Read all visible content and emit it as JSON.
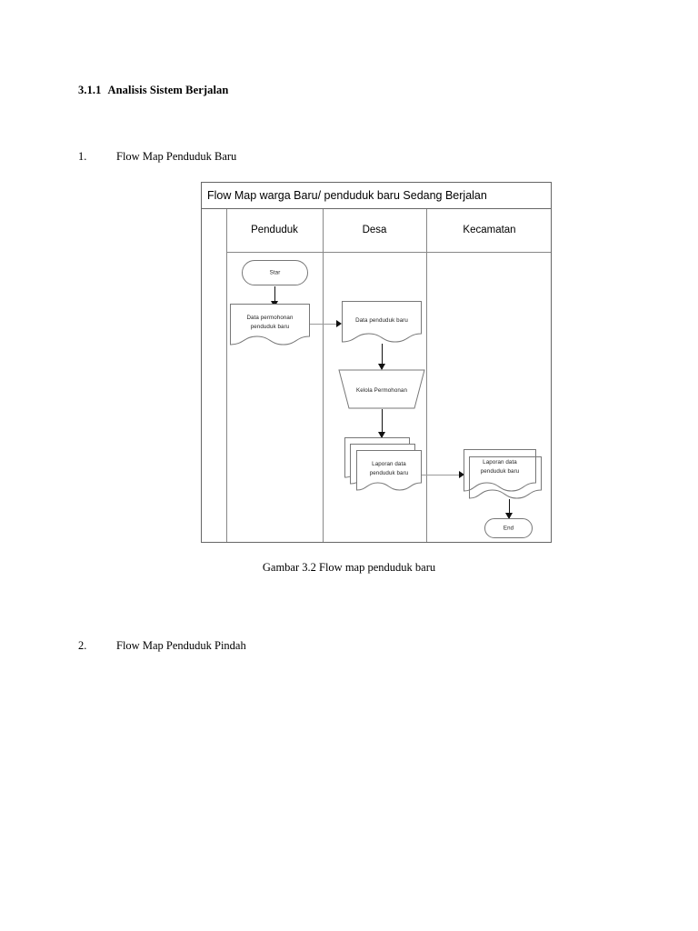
{
  "document": {
    "heading": {
      "number": "3.1.1",
      "text": "Analisis Sistem Berjalan"
    },
    "items": [
      {
        "number": "1.",
        "text": "Flow Map Penduduk Baru"
      },
      {
        "number": "2.",
        "text": "Flow Map Penduduk Pindah"
      }
    ],
    "figure_caption": "Gambar 3.2 Flow map penduduk baru"
  },
  "flowmap": {
    "title": "Flow Map warga Baru/ penduduk baru Sedang Berjalan",
    "lanes": [
      {
        "label": "Penduduk"
      },
      {
        "label": "Desa"
      },
      {
        "label": "Kecamatan"
      }
    ],
    "nodes": {
      "start": {
        "label": "Star",
        "type": "terminator",
        "lane": "Penduduk"
      },
      "data_permohonan": {
        "line1": "Data permohonan",
        "line2": "penduduk baru",
        "type": "document",
        "lane": "Penduduk"
      },
      "data_penduduk_baru": {
        "line1": "Data penduduk baru",
        "line2": "",
        "type": "document",
        "lane": "Desa"
      },
      "kelola_permohonan": {
        "label": "Kelola Permohonan",
        "type": "process-trapezoid",
        "lane": "Desa"
      },
      "laporan_desa": {
        "line1": "Laporan data",
        "line2": "penduduk baru",
        "type": "document-stack",
        "lane": "Desa"
      },
      "laporan_kecamatan": {
        "line1": "Laporan data",
        "line2": "penduduk baru",
        "type": "document-double",
        "lane": "Kecamatan"
      },
      "end": {
        "label": "End",
        "type": "terminator",
        "lane": "Kecamatan"
      }
    },
    "colors": {
      "frame_border": "#666666",
      "lane_divider": "#888888",
      "shape_stroke": "#777777",
      "arrow": "#111111",
      "connector": "#9a9a9a",
      "text": "#222222",
      "background": "#ffffff"
    }
  }
}
